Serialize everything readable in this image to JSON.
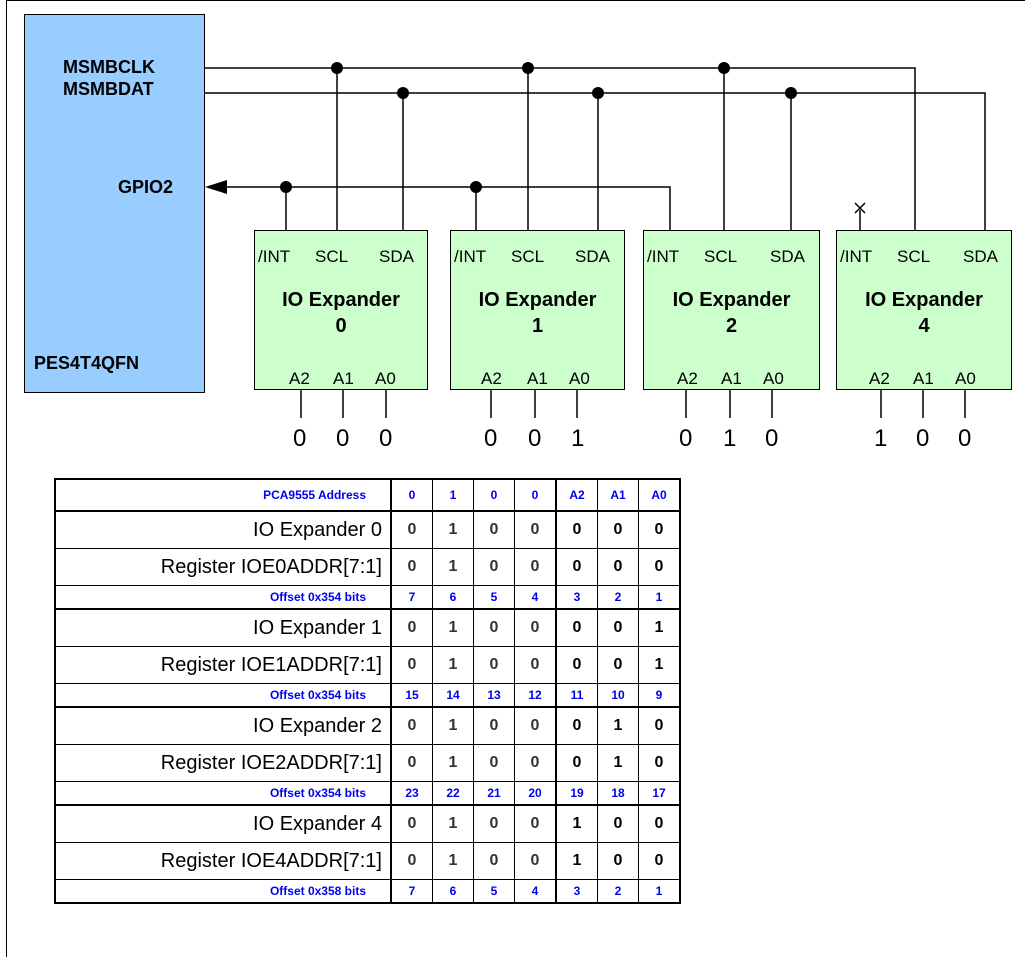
{
  "chip": {
    "name": "PES4T4QFN",
    "pins": {
      "clk": "MSMBCLK",
      "dat": "MSMBDAT",
      "gpio": "GPIO2"
    }
  },
  "expanders": [
    {
      "pins": [
        "/INT",
        "SCL",
        "SDA"
      ],
      "title": "IO Expander",
      "number": "0",
      "addr_pins": [
        "A2",
        "A1",
        "A0"
      ],
      "straps": [
        "0",
        "0",
        "0"
      ]
    },
    {
      "pins": [
        "/INT",
        "SCL",
        "SDA"
      ],
      "title": "IO Expander",
      "number": "1",
      "addr_pins": [
        "A2",
        "A1",
        "A0"
      ],
      "straps": [
        "0",
        "0",
        "1"
      ]
    },
    {
      "pins": [
        "/INT",
        "SCL",
        "SDA"
      ],
      "title": "IO Expander",
      "number": "2",
      "addr_pins": [
        "A2",
        "A1",
        "A0"
      ],
      "straps": [
        "0",
        "1",
        "0"
      ]
    },
    {
      "pins": [
        "/INT",
        "SCL",
        "SDA"
      ],
      "title": "IO Expander",
      "number": "4",
      "addr_pins": [
        "A2",
        "A1",
        "A0"
      ],
      "straps": [
        "1",
        "0",
        "0"
      ]
    }
  ],
  "table": {
    "header": {
      "label": "PCA9555 Address",
      "cells": [
        "0",
        "1",
        "0",
        "0",
        "A2",
        "A1",
        "A0"
      ]
    },
    "groups": [
      {
        "device": {
          "label": "IO Expander 0",
          "cells": [
            "0",
            "1",
            "0",
            "0",
            "0",
            "0",
            "0"
          ]
        },
        "register": {
          "label": "Register IOE0ADDR[7:1]",
          "cells": [
            "0",
            "1",
            "0",
            "0",
            "0",
            "0",
            "0"
          ]
        },
        "offset": {
          "label": "Offset 0x354  bits",
          "cells": [
            "7",
            "6",
            "5",
            "4",
            "3",
            "2",
            "1"
          ]
        }
      },
      {
        "device": {
          "label": "IO Expander 1",
          "cells": [
            "0",
            "1",
            "0",
            "0",
            "0",
            "0",
            "1"
          ]
        },
        "register": {
          "label": "Register IOE1ADDR[7:1]",
          "cells": [
            "0",
            "1",
            "0",
            "0",
            "0",
            "0",
            "1"
          ]
        },
        "offset": {
          "label": "Offset 0x354 bits",
          "cells": [
            "15",
            "14",
            "13",
            "12",
            "11",
            "10",
            "9"
          ]
        }
      },
      {
        "device": {
          "label": "IO Expander 2",
          "cells": [
            "0",
            "1",
            "0",
            "0",
            "0",
            "1",
            "0"
          ]
        },
        "register": {
          "label": "Register IOE2ADDR[7:1]",
          "cells": [
            "0",
            "1",
            "0",
            "0",
            "0",
            "1",
            "0"
          ]
        },
        "offset": {
          "label": "Offset 0x354 bits",
          "cells": [
            "23",
            "22",
            "21",
            "20",
            "19",
            "18",
            "17"
          ]
        }
      },
      {
        "device": {
          "label": "IO Expander 4",
          "cells": [
            "0",
            "1",
            "0",
            "0",
            "1",
            "0",
            "0"
          ]
        },
        "register": {
          "label": "Register IOE4ADDR[7:1]",
          "cells": [
            "0",
            "1",
            "0",
            "0",
            "1",
            "0",
            "0"
          ]
        },
        "offset": {
          "label": "Offset 0x358 bits",
          "cells": [
            "7",
            "6",
            "5",
            "4",
            "3",
            "2",
            "1"
          ]
        }
      }
    ]
  }
}
